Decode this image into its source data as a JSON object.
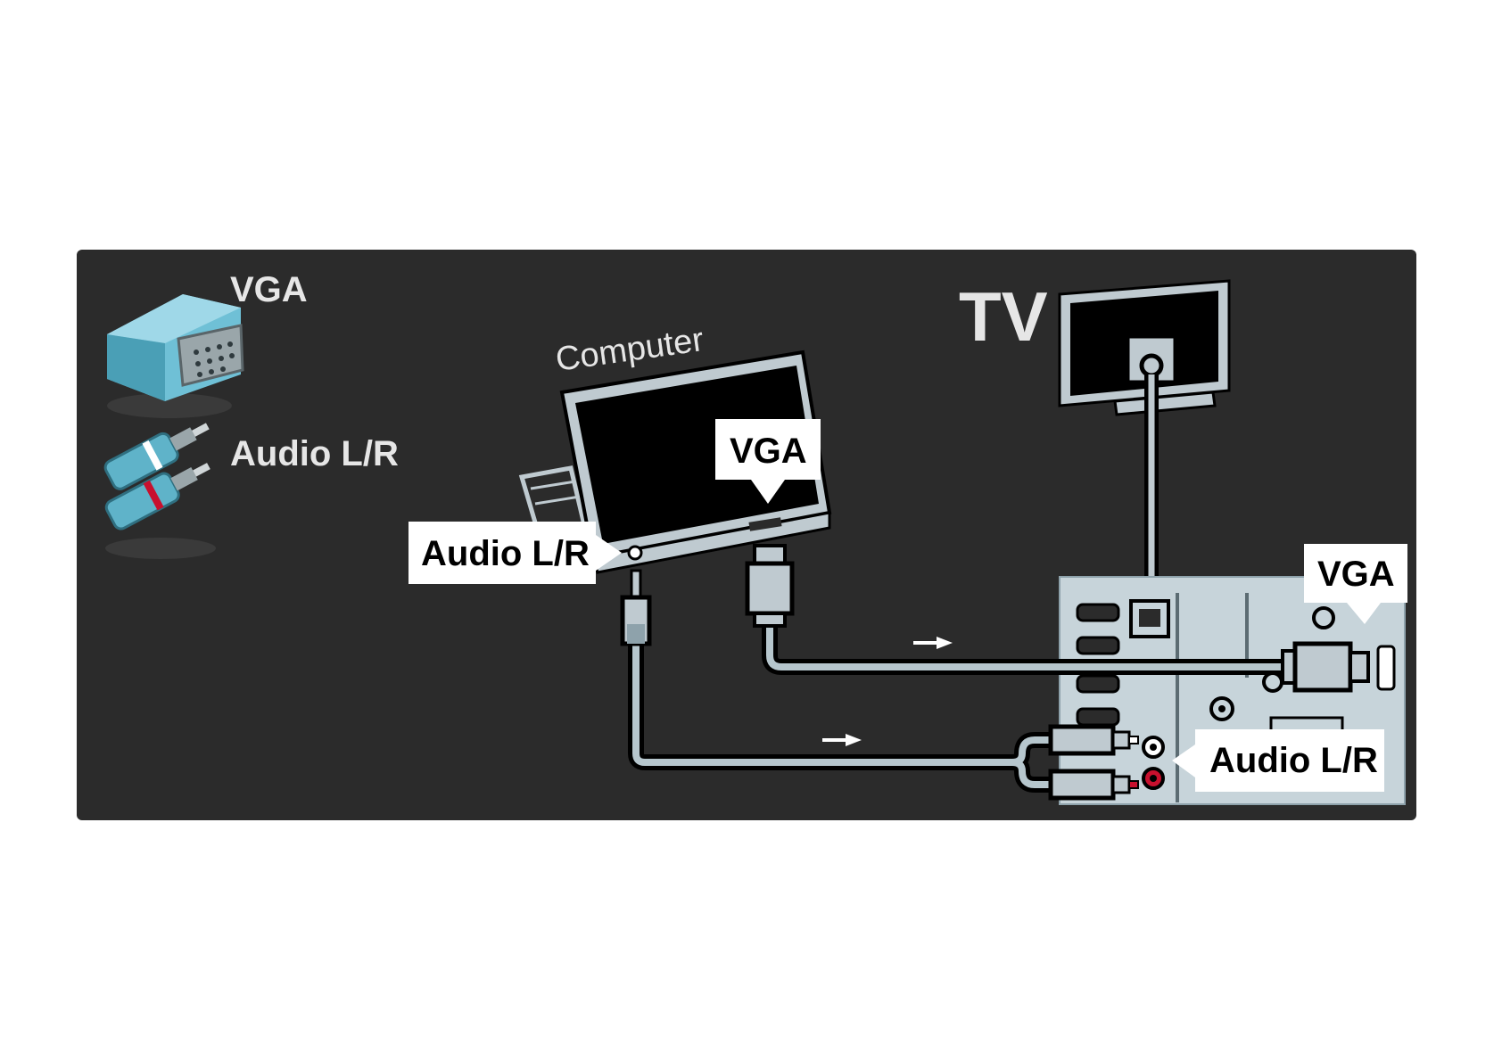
{
  "legend": {
    "vga_label": "VGA",
    "audio_label": "Audio L/R",
    "vga_icon": "vga-connector-icon",
    "audio_icon": "rca-plugs-icon"
  },
  "devices": {
    "computer_label": "Computer",
    "tv_label": "TV"
  },
  "callouts": {
    "computer_vga": "VGA",
    "computer_audio": "Audio L/R",
    "tv_vga": "VGA",
    "tv_audio": "Audio L/R"
  },
  "colors": {
    "background": "#2b2b2b",
    "panel": "#c7d4da",
    "cable_outline": "#000000",
    "cable_fill": "#b6c6cd",
    "callout_bg": "#ffffff",
    "legend_text": "#e6e6e6",
    "tv_label": "#e6e6e6",
    "connector_teal": "#5fb3c9",
    "rca_red": "#c8102e"
  }
}
